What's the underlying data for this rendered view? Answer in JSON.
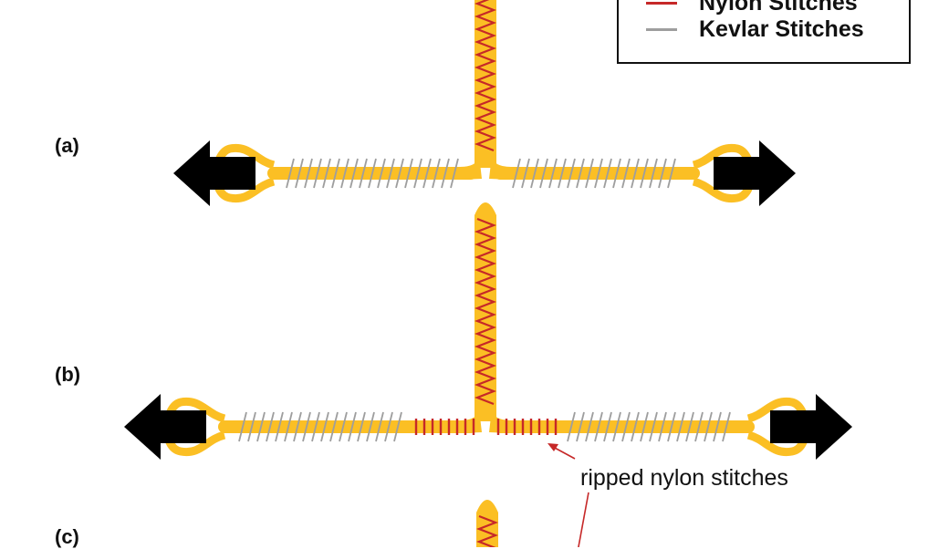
{
  "panels": [
    {
      "label": "(a)"
    },
    {
      "label": "(b)"
    },
    {
      "label": "(c)"
    }
  ],
  "legend": {
    "items": [
      {
        "label": "Nylon Stitches",
        "color": "#c62828"
      },
      {
        "label": "Kevlar Stitches",
        "color": "#9e9e9e"
      }
    ]
  },
  "annotation": {
    "text": "ripped nylon stitches",
    "color": "#c62828"
  },
  "colors": {
    "webbing": "#fbbf24",
    "nylon": "#c62828",
    "kevlar": "#9e9e9e",
    "arrow": "#000000"
  }
}
